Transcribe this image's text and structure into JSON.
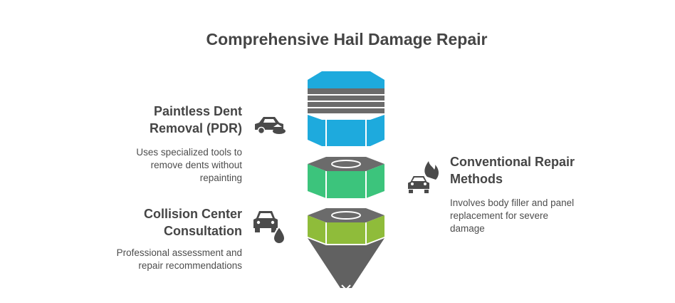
{
  "title": "Comprehensive Hail Damage Repair",
  "items": [
    {
      "heading_line1": "Paintless Dent",
      "heading_line2": "Removal (PDR)",
      "desc_line1": "Uses specialized tools to",
      "desc_line2": "remove dents without",
      "desc_line3": "repainting",
      "icon": "car-dent-icon",
      "color": "#1eaadd"
    },
    {
      "heading_line1": "Conventional Repair",
      "heading_line2": "Methods",
      "desc_line1": "Involves body filler and panel",
      "desc_line2": "replacement for severe",
      "desc_line3": "damage",
      "icon": "car-fire-icon",
      "color": "#3cc47c"
    },
    {
      "heading_line1": "Collision Center",
      "heading_line2": "Consultation",
      "desc_line1": "Professional assessment and",
      "desc_line2": "repair recommendations",
      "icon": "car-oil-drop-icon",
      "color": "#8fbc3a"
    }
  ],
  "colors": {
    "blue": "#1eaadd",
    "green": "#3cc47c",
    "lime": "#8fbc3a",
    "gray": "#616161",
    "text": "#454545"
  }
}
